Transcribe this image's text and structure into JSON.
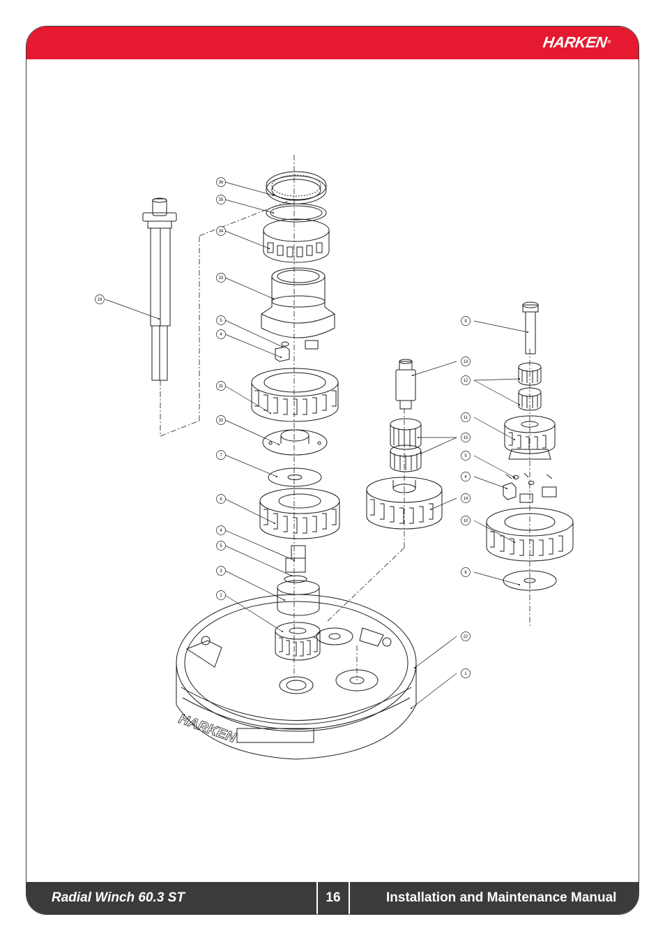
{
  "header": {
    "brand": "HARKEN",
    "brand_mark": "®"
  },
  "footer": {
    "product_prefix": "Radial Winch ",
    "product_model": "60.3 ST",
    "page_number": "16",
    "manual_title": "Installation and Maintenance Manual"
  },
  "diagram": {
    "part_labels": {
      "p36": "36",
      "p35": "35",
      "p34": "34",
      "p33": "33",
      "p19": "19",
      "p5a": "5",
      "p4a": "4",
      "p31": "31",
      "p32": "32",
      "p7": "7",
      "p6": "6",
      "p4b": "4",
      "p5b": "5",
      "p3": "3",
      "p2": "2",
      "p22": "22",
      "p1": "1",
      "p13": "13",
      "p15": "15",
      "p14": "14",
      "p9": "9",
      "p12": "12",
      "p11": "11",
      "p5c": "5",
      "p4c": "4",
      "p10": "10",
      "p8": "8"
    },
    "housing_lettering": "HARKEN"
  },
  "colors": {
    "brand_red": "#e5192f",
    "footer_gray": "#3b3b3b",
    "line": "#1a1a1a"
  }
}
